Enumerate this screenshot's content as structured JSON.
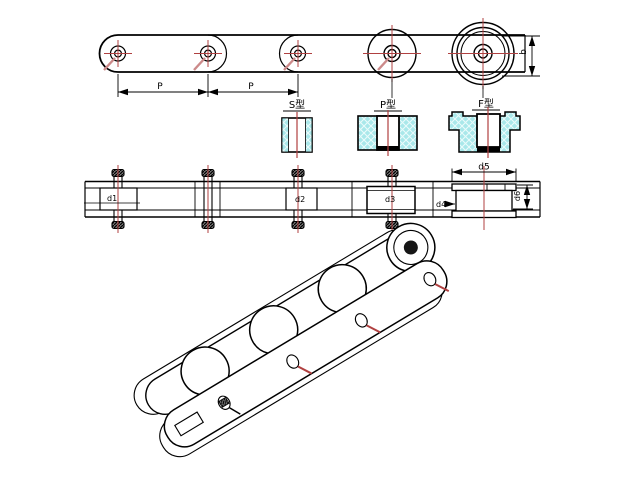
{
  "drawing": {
    "type": "engineering-drawing-conveyor-roller-chain",
    "colors": {
      "background": "#ffffff",
      "line": "#000000",
      "centerline_red": "#b04040",
      "cotter_pink": "#cc8a8a",
      "section_fill_cyan": "#a9e8ea"
    },
    "top_view": {
      "pitch_a": "P",
      "pitch_b": "P",
      "roller_width": "b"
    },
    "sections": {
      "s": {
        "label": "S型"
      },
      "p": {
        "label": "P型"
      },
      "f": {
        "label": "F型"
      }
    },
    "elevation": {
      "d1": "d1",
      "d2": "d2",
      "d3": "d3",
      "d4": "d4",
      "d5": "d5",
      "d6": "d6"
    }
  }
}
